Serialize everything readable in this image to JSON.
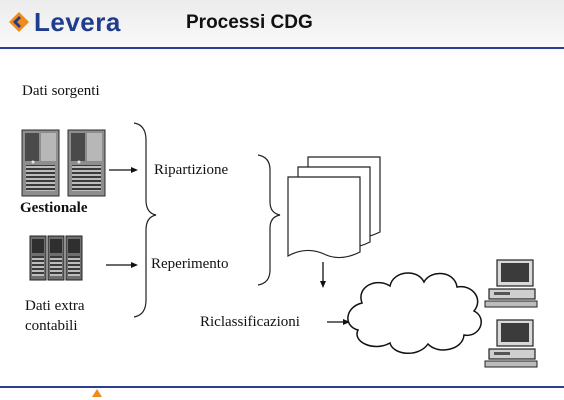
{
  "header": {
    "logo_text": "Levera",
    "title": "Processi CDG"
  },
  "diagram": {
    "sources_title": "Dati sorgenti",
    "gestionale_label": "Gestionale",
    "extra_label_line1": "Dati extra",
    "extra_label_line2": "contabili",
    "ripartizione_label": "Ripartizione",
    "reperimento_label": "Reperimento",
    "riclassificazioni_label": "Riclassificazioni"
  },
  "colors": {
    "brand_blue": "#1f3d8c",
    "brand_orange": "#f08a1c",
    "rule_blue": "#2a3f8f"
  }
}
